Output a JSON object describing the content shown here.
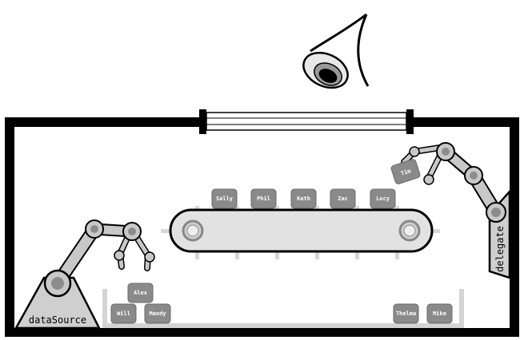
{
  "scene": {
    "colors": {
      "wall": "#000000",
      "robot": "#c8c8c8",
      "robot_dark": "#8c8c8c",
      "belt": "#e0e0e0",
      "box": "#8a8a8a",
      "box_text": "#ffffff",
      "floor": "#cfcfcf",
      "background": "#ffffff"
    },
    "labels": {
      "data_source": "dataSource",
      "delegate": "delegate"
    },
    "icons": [
      "eye-icon",
      "robot-arm-left",
      "robot-arm-right",
      "conveyor-belt",
      "window"
    ],
    "belt_boxes": [
      "Sally",
      "Phil",
      "Kath",
      "Zac",
      "Lucy"
    ],
    "held_box": "Tim",
    "floor_left_boxes": {
      "top": "Alex",
      "bottom": [
        "Will",
        "Mandy"
      ]
    },
    "floor_right_boxes": [
      "Thelma",
      "Mike"
    ]
  }
}
